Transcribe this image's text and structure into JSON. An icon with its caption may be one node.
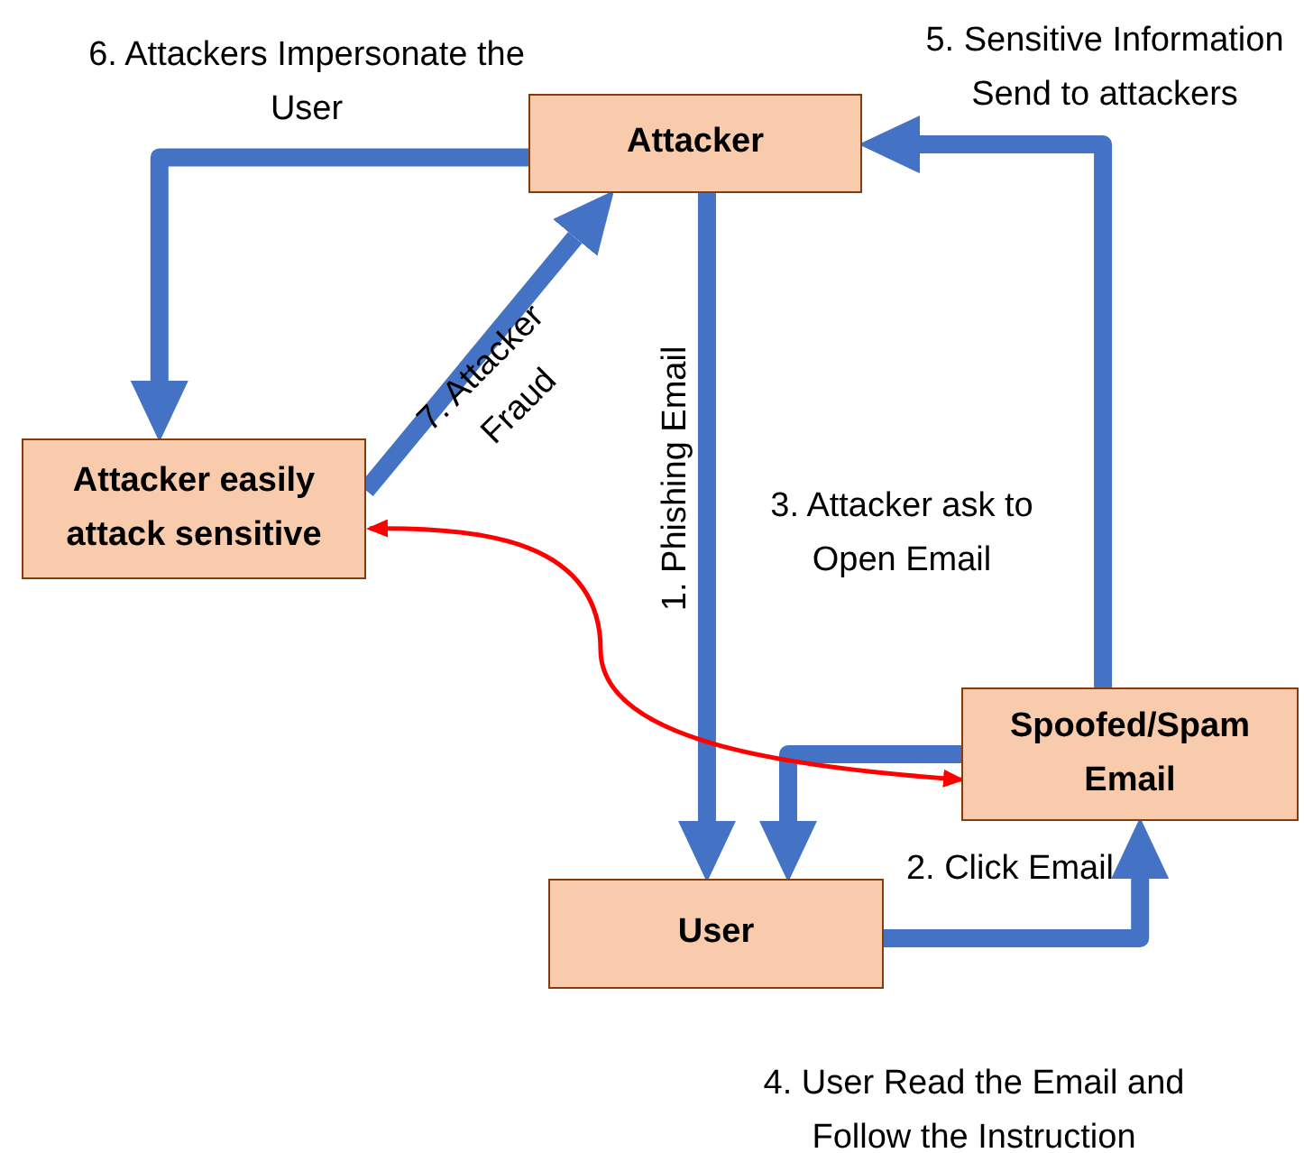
{
  "diagram": {
    "nodes": [
      {
        "text": [
          "Attacker"
        ]
      },
      {
        "text": [
          "Attacker easily attack sensitive"
        ]
      },
      {
        "text": [
          "Spoofed/Spam Email"
        ]
      },
      {
        "text": [
          "User"
        ]
      }
    ],
    "edges": [
      {
        "from": 0,
        "to": 1,
        "arrow": "to",
        "label": "6. Attackers Impersonate the User"
      },
      {
        "from": 1,
        "to": 0,
        "arrow": "to",
        "label": "7. Attacker Fraud"
      },
      {
        "from": 0,
        "to": 3,
        "arrow": "to",
        "label": "1. Phishing Email"
      },
      {
        "from": 2,
        "to": 3,
        "arrow": "to"
      },
      {
        "from": 3,
        "to": 2,
        "arrow": "to",
        "label": "2. Click Email"
      },
      {
        "from": 2,
        "to": 0,
        "arrow": "to",
        "label": "5. Sensitive Information Send to attackers"
      },
      {
        "from": 2,
        "to": 1,
        "arrow": "both",
        "color": "#ff0000"
      }
    ],
    "labels": [
      "3. Attacker ask to Open Email",
      "4. User Read the Email and Follow the Instruction"
    ]
  }
}
